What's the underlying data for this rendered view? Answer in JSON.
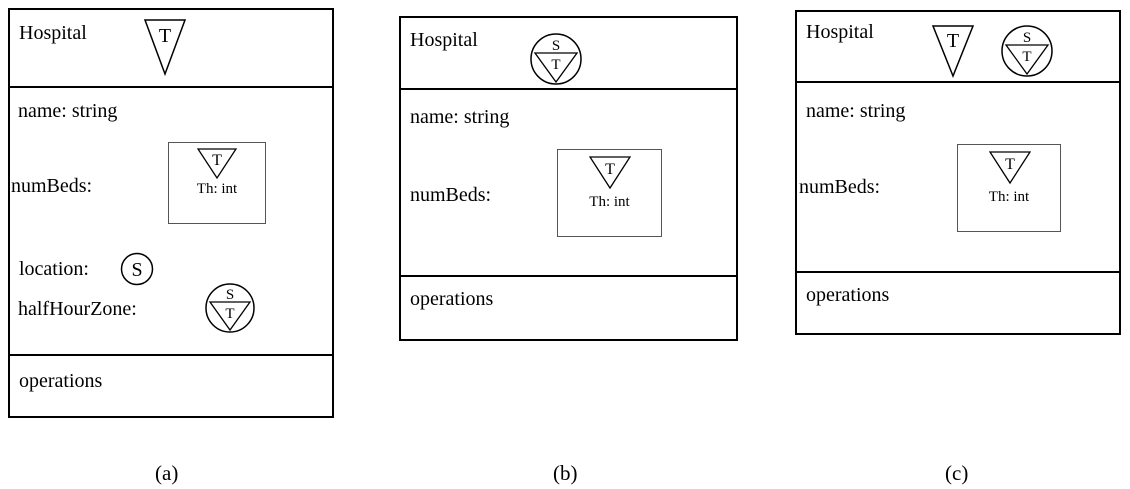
{
  "diagrams": [
    {
      "class_name": "Hospital",
      "class_marker": "T",
      "attributes": {
        "name": "name: string",
        "numBeds": "numBeds:",
        "numBeds_type": "Th: int",
        "numBeds_marker": "T",
        "location": "location:",
        "location_marker": "S",
        "halfHourZone": "halfHourZone:",
        "halfHourZone_marker_top": "S",
        "halfHourZone_marker_bottom": "T"
      },
      "operations": "operations",
      "caption": "(a)"
    },
    {
      "class_name": "Hospital",
      "class_marker_top": "S",
      "class_marker_bottom": "T",
      "attributes": {
        "name": "name: string",
        "numBeds": "numBeds:",
        "numBeds_type": "Th: int",
        "numBeds_marker": "T"
      },
      "operations": "operations",
      "caption": "(b)"
    },
    {
      "class_name": "Hospital",
      "class_marker": "T",
      "class_marker2_top": "S",
      "class_marker2_bottom": "T",
      "attributes": {
        "name": "name: string",
        "numBeds": "numBeds:",
        "numBeds_type": "Th: int",
        "numBeds_marker": "T"
      },
      "operations": "operations",
      "caption": "(c)"
    }
  ]
}
